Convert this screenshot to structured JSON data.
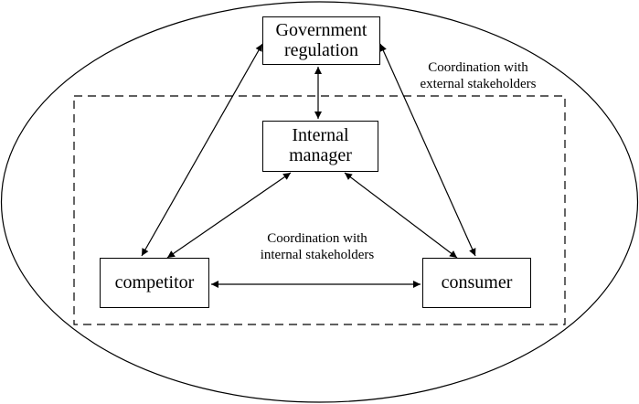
{
  "diagram": {
    "nodes": {
      "government": {
        "text": "Government\nregulation"
      },
      "manager": {
        "text": "Internal\nmanager"
      },
      "competitor": {
        "text": "competitor"
      },
      "consumer": {
        "text": "consumer"
      }
    },
    "labels": {
      "external": "Coordination with\nexternal stakeholders",
      "internal": "Coordination with\ninternal stakeholders"
    },
    "edges": [
      {
        "from": "government",
        "to": "manager",
        "direction": "both"
      },
      {
        "from": "government",
        "to": "competitor",
        "direction": "both"
      },
      {
        "from": "government",
        "to": "consumer",
        "direction": "both"
      },
      {
        "from": "manager",
        "to": "competitor",
        "direction": "both"
      },
      {
        "from": "manager",
        "to": "consumer",
        "direction": "both"
      },
      {
        "from": "competitor",
        "to": "consumer",
        "direction": "both"
      }
    ],
    "colors": {
      "stroke": "#000000",
      "background": "#ffffff"
    }
  }
}
